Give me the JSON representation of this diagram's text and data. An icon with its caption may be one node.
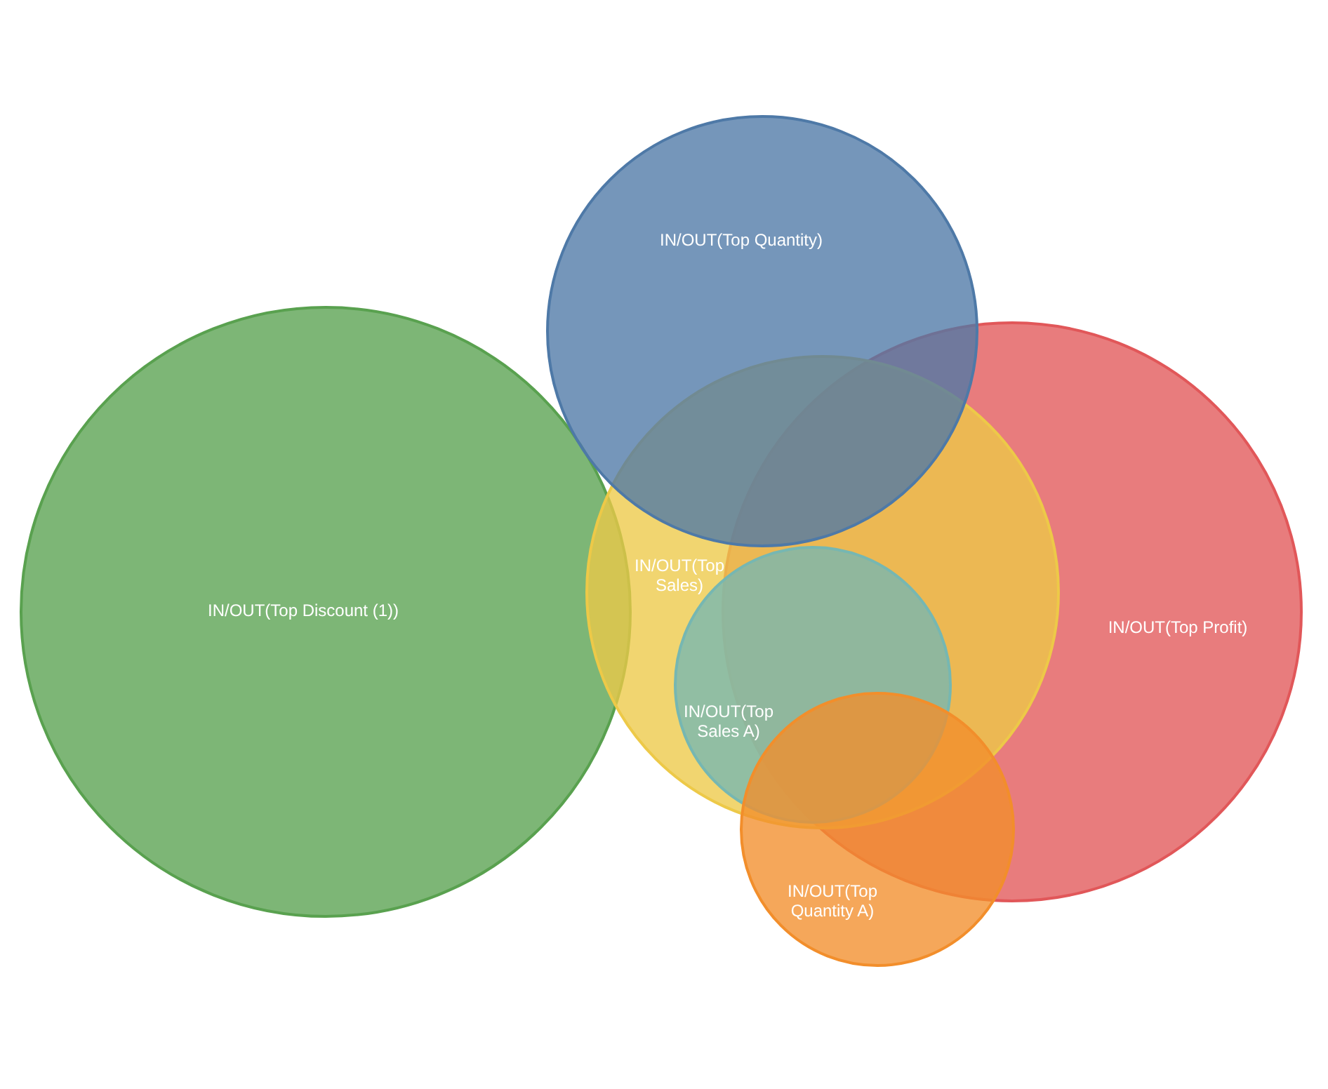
{
  "diagram": {
    "nodes": [
      {
        "text": [
          "IN/OUT(Top Quantity)"
        ]
      },
      {
        "text": [
          "IN/OUT(Top Discount (1))"
        ]
      },
      {
        "text": [
          "IN/OUT(Top Sales)"
        ]
      },
      {
        "text": [
          "IN/OUT(Top Profit)"
        ]
      },
      {
        "text": [
          "IN/OUT(Top Sales A)"
        ],
        "in": 2
      },
      {
        "text": [
          "IN/OUT(Top Quantity A)"
        ]
      }
    ]
  }
}
